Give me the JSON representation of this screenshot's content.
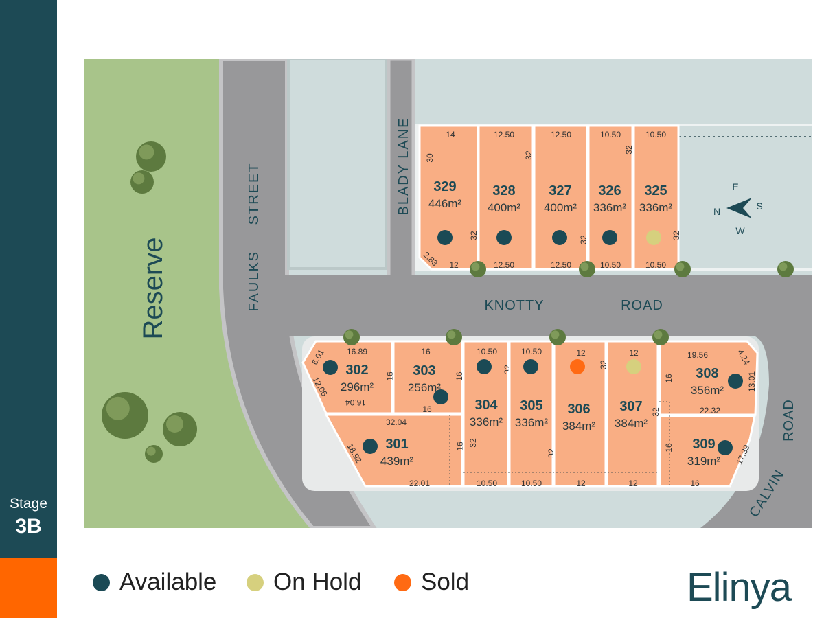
{
  "sidebar": {
    "stage_label": "Stage",
    "stage_number": "3B"
  },
  "colors": {
    "teal": "#1d4a55",
    "orange": "#ff6600",
    "lot": "#f9ae84",
    "available": "#1b4a55",
    "on_hold": "#d6d07e",
    "sold": "#ff6a13",
    "reserve": "#a8c48a",
    "road": "#98989a",
    "block": "#cfdcdc"
  },
  "map": {
    "reserve_label": "Reserve",
    "roads": {
      "faulks": "FAULKS STREET",
      "blady": "BLADY LANE",
      "knotty_1": "KNOTTY",
      "knotty_2": "ROAD",
      "calvin_1": "CALVIN",
      "calvin_2": "ROAD"
    },
    "compass": {
      "n": "N",
      "s": "S",
      "e": "E",
      "w": "W"
    },
    "lots": [
      {
        "number": "329",
        "area": "446m²",
        "status": "available",
        "dims": [
          "14",
          "30",
          "32",
          "2.83",
          "12"
        ]
      },
      {
        "number": "328",
        "area": "400m²",
        "status": "available",
        "dims": [
          "12.50",
          "32",
          "12.50"
        ]
      },
      {
        "number": "327",
        "area": "400m²",
        "status": "available",
        "dims": [
          "12.50",
          "32",
          "12.50"
        ]
      },
      {
        "number": "326",
        "area": "336m²",
        "status": "available",
        "dims": [
          "10.50",
          "32",
          "10.50"
        ]
      },
      {
        "number": "325",
        "area": "336m²",
        "status": "on_hold",
        "dims": [
          "10.50",
          "32",
          "10.50"
        ]
      },
      {
        "number": "302",
        "area": "296m²",
        "status": "available",
        "dims": [
          "16.89",
          "6.01",
          "12.06",
          "16",
          "16.04"
        ]
      },
      {
        "number": "303",
        "area": "256m²",
        "status": "available",
        "dims": [
          "16",
          "16",
          "16"
        ]
      },
      {
        "number": "301",
        "area": "439m²",
        "status": "available",
        "dims": [
          "32.04",
          "18.92",
          "16",
          "22.01"
        ]
      },
      {
        "number": "304",
        "area": "336m²",
        "status": "available",
        "dims": [
          "10.50",
          "32",
          "32",
          "10.50"
        ]
      },
      {
        "number": "305",
        "area": "336m²",
        "status": "available",
        "dims": [
          "10.50",
          "32",
          "10.50"
        ]
      },
      {
        "number": "306",
        "area": "384m²",
        "status": "sold",
        "dims": [
          "12",
          "32",
          "12"
        ]
      },
      {
        "number": "307",
        "area": "384m²",
        "status": "on_hold",
        "dims": [
          "12",
          "32",
          "12"
        ]
      },
      {
        "number": "308",
        "area": "356m²",
        "status": "available",
        "dims": [
          "19.56",
          "4.24",
          "16",
          "13.01",
          "22.32"
        ]
      },
      {
        "number": "309",
        "area": "319m²",
        "status": "available",
        "dims": [
          "16",
          "17.39",
          "16"
        ]
      }
    ]
  },
  "legend": [
    {
      "label": "Available",
      "status": "available"
    },
    {
      "label": "On Hold",
      "status": "on_hold"
    },
    {
      "label": "Sold",
      "status": "sold"
    }
  ],
  "logo": {
    "text": "Elinya"
  }
}
